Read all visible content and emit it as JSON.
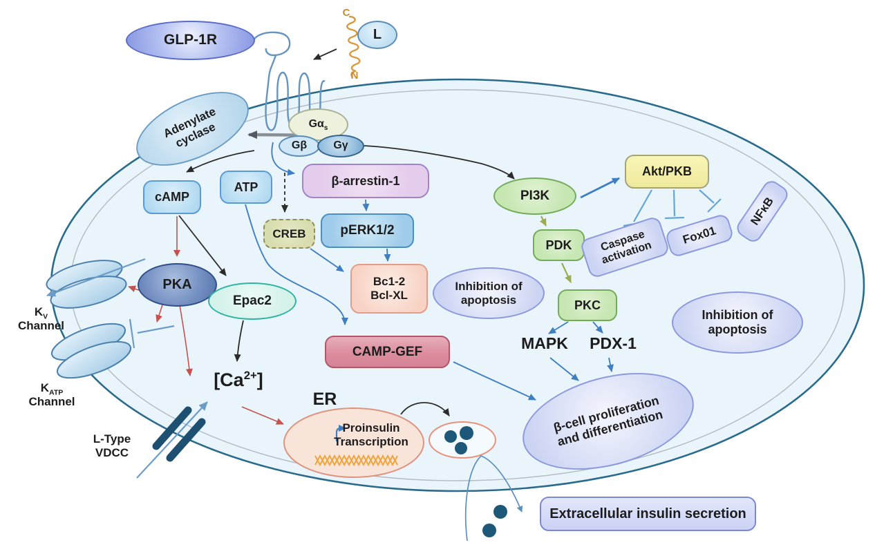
{
  "figure": {
    "type": "signaling-pathway-diagram",
    "background": "#ffffff"
  },
  "palette": {
    "cell_fill": "#e9f4fb",
    "membrane_stroke": "#2a6b8c",
    "inner_membrane_stroke": "#b3bac0",
    "arrow_black": "#2b2b2b",
    "arrow_red": "#c2534e",
    "arrow_blue": "#3f7fc1",
    "arrow_steel": "#6b9cc8",
    "arrow_olive": "#9cab50",
    "arrow_gray": "#8a9096",
    "dna_orange": "#f0a43c",
    "granule_dot": "#1d5878"
  },
  "nodes": {
    "glp1r": {
      "label": "GLP-1R"
    },
    "ligand": {
      "label": "L"
    },
    "c_terminus": {
      "label": "C"
    },
    "n_terminus": {
      "label": "N"
    },
    "adenylate_cyclase": {
      "line1": "Adenylate",
      "line2": "cyclase"
    },
    "g_alpha_s": {
      "main": "Gα",
      "sub": "s"
    },
    "g_beta": {
      "label": "Gβ"
    },
    "g_gamma": {
      "label": "Gγ"
    },
    "camp": {
      "label": "cAMP"
    },
    "atp": {
      "label": "ATP"
    },
    "creb": {
      "label": "CREB"
    },
    "beta_arrestin": {
      "label": "β-arrestin-1"
    },
    "perk": {
      "label": "pERK1/2"
    },
    "bcl": {
      "line1": "Bc1-2",
      "line2": "Bcl-XL"
    },
    "pka": {
      "label": "PKA"
    },
    "epac2": {
      "label": "Epac2"
    },
    "camp_gef": {
      "label": "CAMP-GEF"
    },
    "calcium": {
      "pre": "[Ca",
      "sup": "2+",
      "post": "]"
    },
    "er": {
      "label": "ER"
    },
    "proinsulin": {
      "line1": "Proinsulin",
      "line2": "Transcription"
    },
    "pi3k": {
      "label": "PI3K"
    },
    "pdk": {
      "label": "PDK"
    },
    "pkc": {
      "label": "PKC"
    },
    "mapk": {
      "label": "MAPK"
    },
    "pdx1": {
      "label": "PDX-1"
    },
    "akt_pkb": {
      "label": "Akt/PKB"
    },
    "caspase": {
      "line1": "Caspase",
      "line2": "activation"
    },
    "fox01": {
      "label": "Fox01"
    },
    "nfkb": {
      "label": "NFκB"
    },
    "inhibition_apoptosis_left": {
      "line1": "Inhibition of",
      "line2": "apoptosis"
    },
    "inhibition_apoptosis_right": {
      "line1": "Inhibition of",
      "line2": "apoptosis"
    },
    "beta_cell_proliferation": {
      "line1": "β-cell proliferation",
      "line2": "and differentiation"
    },
    "extracellular_secretion": {
      "label": "Extracellular insulin secretion"
    },
    "kv_channel": {
      "main": "K",
      "sub": "V",
      "line2": "Channel"
    },
    "katp_channel": {
      "main": "K",
      "sub": "ATP",
      "line2": "Channel"
    },
    "l_type_vdcc": {
      "line1": "L-Type",
      "line2": "VDCC"
    }
  }
}
